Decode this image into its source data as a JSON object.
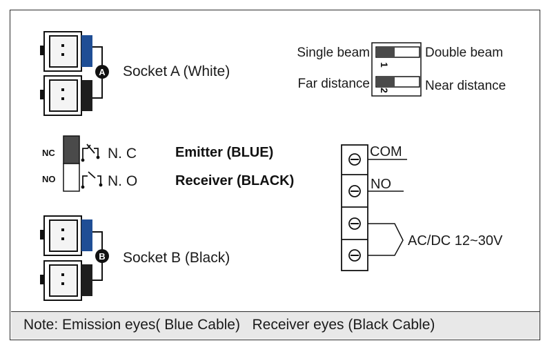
{
  "socket_a": {
    "marker": "A",
    "label": "Socket A (White)"
  },
  "socket_b": {
    "marker": "B",
    "label": "Socket B (Black)"
  },
  "dip_switch": {
    "switches": [
      {
        "number": "1",
        "left_label": "Single beam",
        "right_label": "Double  beam"
      },
      {
        "number": "2",
        "left_label": "Far distance",
        "right_label": "Near distance"
      }
    ]
  },
  "relay": {
    "nc": {
      "tag": "NC",
      "contact_label": "N. C"
    },
    "no": {
      "tag": "NO",
      "contact_label": "N. O"
    },
    "emitter_label": "Emitter (BLUE)",
    "receiver_label": "Receiver (BLACK)"
  },
  "terminal_block": {
    "com_label": "COM",
    "no_label": "NO",
    "power_label": "AC/DC 12~30V"
  },
  "note": "Note: Emission eyes( Blue Cable)   Receiver eyes (Black Cable)",
  "colors": {
    "blue_cable": "#1f4e95",
    "black_cable": "#1e1e1e",
    "frame": "#2a2a2a",
    "note_background": "#e8e8e8"
  }
}
